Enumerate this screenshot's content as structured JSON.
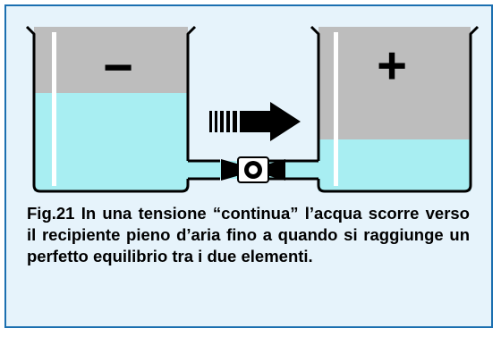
{
  "figure": {
    "caption": "Fig.21 In una tensione “continua” l’acqua scorre verso il recipiente pieno d’aria fino a quando si raggiunge un perfetto equilibrio tra i due elementi.",
    "left_beaker": {
      "sign": "−",
      "water_level": 0.55
    },
    "right_beaker": {
      "sign": "+",
      "water_level": 0.26
    },
    "arrow_icon": "arrow-right-icon",
    "valve_icon": "valve-icon"
  },
  "colors": {
    "background": "#e6f3fb",
    "border": "#1b6fb0",
    "water": "#a8eef2",
    "air": "#bdbdbd",
    "outline": "#000000"
  }
}
